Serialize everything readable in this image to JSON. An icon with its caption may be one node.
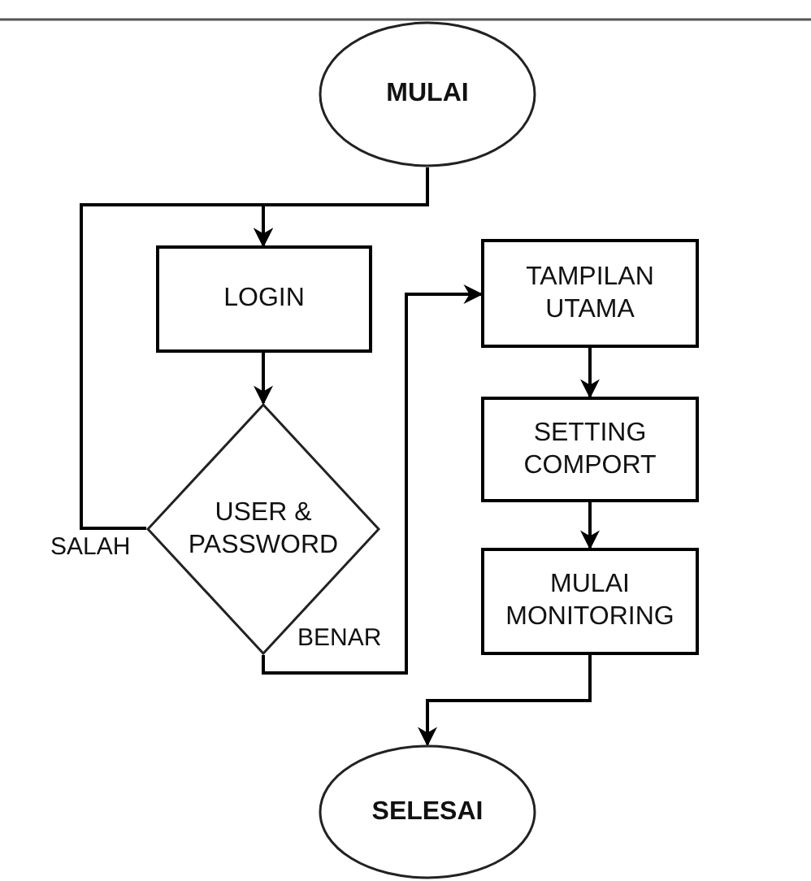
{
  "diagram": {
    "nodes": [
      {
        "text": [
          "MULAI"
        ]
      },
      {
        "text": [
          "LOGIN"
        ]
      },
      {
        "text": [
          "USER & PASSWORD"
        ]
      },
      {
        "text": [
          "TAMPILAN UTAMA"
        ]
      },
      {
        "text": [
          "SETTING COMPORT"
        ]
      },
      {
        "text": [
          "MULAI MONITORING"
        ]
      },
      {
        "text": [
          "SELESAI"
        ]
      }
    ],
    "edges": [
      {
        "from": 0,
        "to": 1,
        "arrow": "to"
      },
      {
        "from": 1,
        "to": 2,
        "arrow": "to"
      },
      {
        "from": 2,
        "to": 1,
        "label": "SALAH",
        "arrow": "to"
      },
      {
        "from": 2,
        "to": 3,
        "label": "BENAR",
        "arrow": "to"
      },
      {
        "from": 3,
        "to": 4,
        "arrow": "to"
      },
      {
        "from": 4,
        "to": 5,
        "arrow": "to"
      },
      {
        "from": 5,
        "to": 6,
        "arrow": "to"
      }
    ]
  }
}
